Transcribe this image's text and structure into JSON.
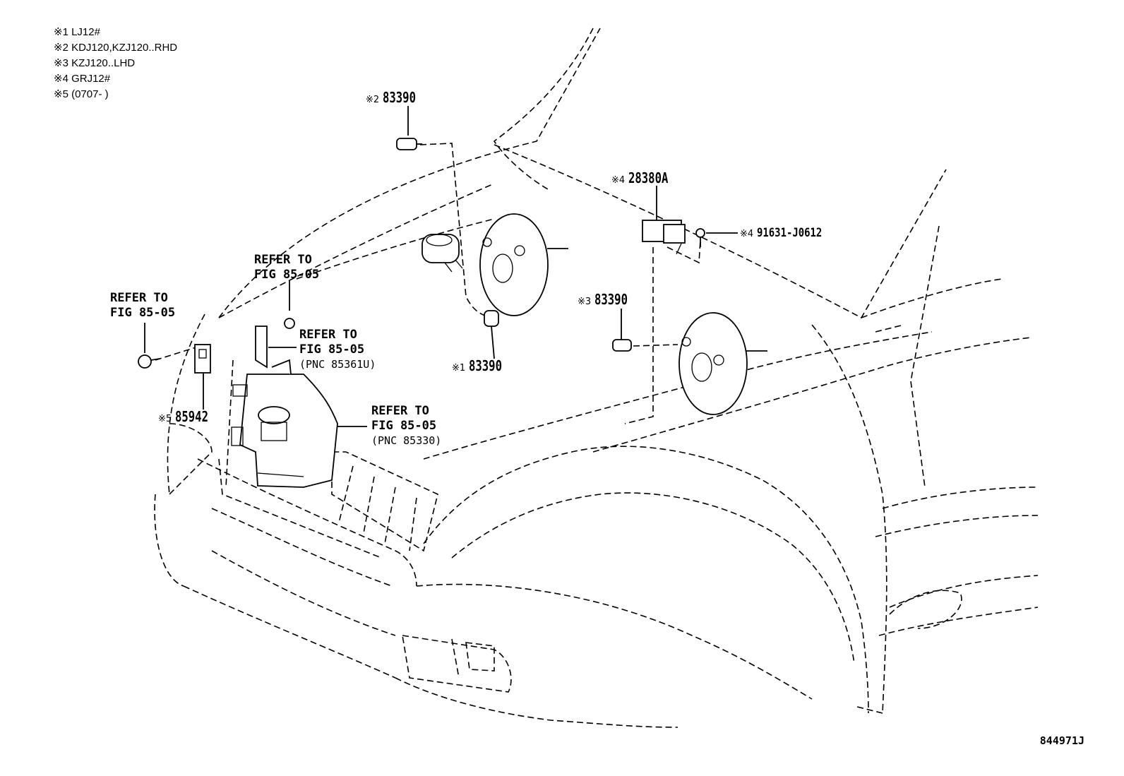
{
  "notes": [
    "※1 LJ12#",
    "※2 KDJ120,KZJ120..RHD",
    "※3 KZJ120..LHD",
    "※4 GRJ12#",
    "※5 (0707-        )"
  ],
  "callouts": {
    "c2": {
      "mark": "※2",
      "part": "83390"
    },
    "c4a": {
      "mark": "※4",
      "part": "28380A"
    },
    "c4b": {
      "mark": "※4",
      "part": "91631-J0612"
    },
    "c3": {
      "mark": "※3",
      "part": "83390"
    },
    "c1": {
      "mark": "※1",
      "part": "83390"
    },
    "c5": {
      "mark": "※5",
      "part": "85942"
    }
  },
  "refs": {
    "r1": {
      "line1": "REFER TO",
      "line2": "FIG 85-05"
    },
    "r2": {
      "line1": "REFER TO",
      "line2": "FIG 85-05"
    },
    "r3": {
      "line1": "REFER TO",
      "line2": "FIG 85-05",
      "line3": "(PNC 85361U)"
    },
    "r4": {
      "line1": "REFER TO",
      "line2": "FIG 85-05",
      "line3": "(PNC 85330)"
    }
  },
  "figure_id": "844971J"
}
